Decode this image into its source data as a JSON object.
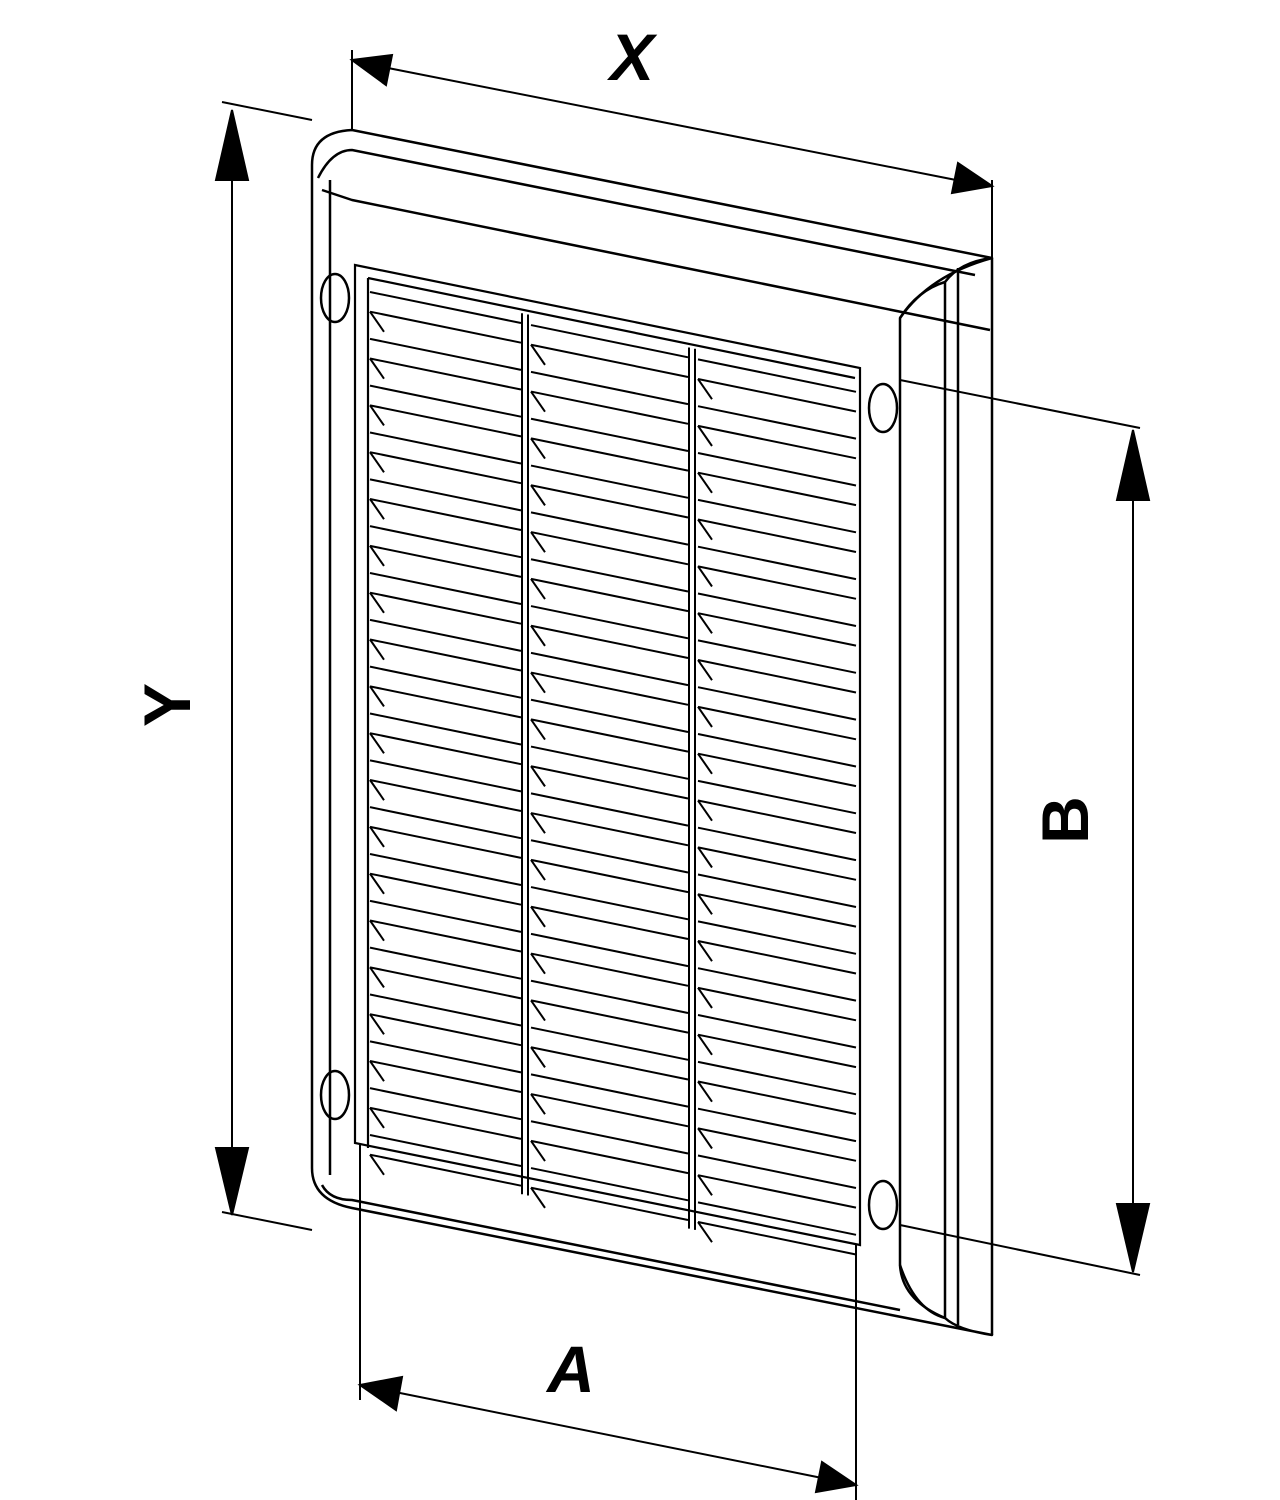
{
  "diagram": {
    "dimension_labels": {
      "x": "X",
      "y": "Y",
      "a": "A",
      "b": "B"
    },
    "louver_rows": 19,
    "louver_columns": 3,
    "mounting_holes": 4,
    "colors": {
      "line": "#000000",
      "background": "#ffffff"
    }
  }
}
